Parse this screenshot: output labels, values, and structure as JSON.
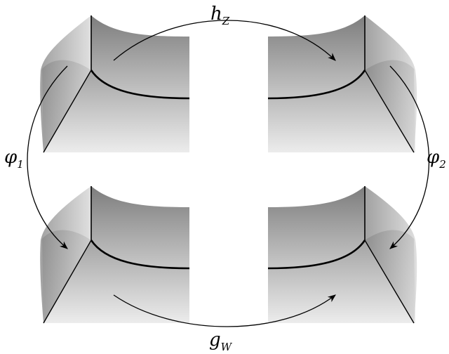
{
  "labels": {
    "top": {
      "base": "h",
      "sub": "Z"
    },
    "bottom": {
      "base": "g",
      "sub": "W"
    },
    "left": {
      "base": "φ",
      "sub": "1"
    },
    "right": {
      "base": "φ",
      "sub": "2"
    }
  }
}
